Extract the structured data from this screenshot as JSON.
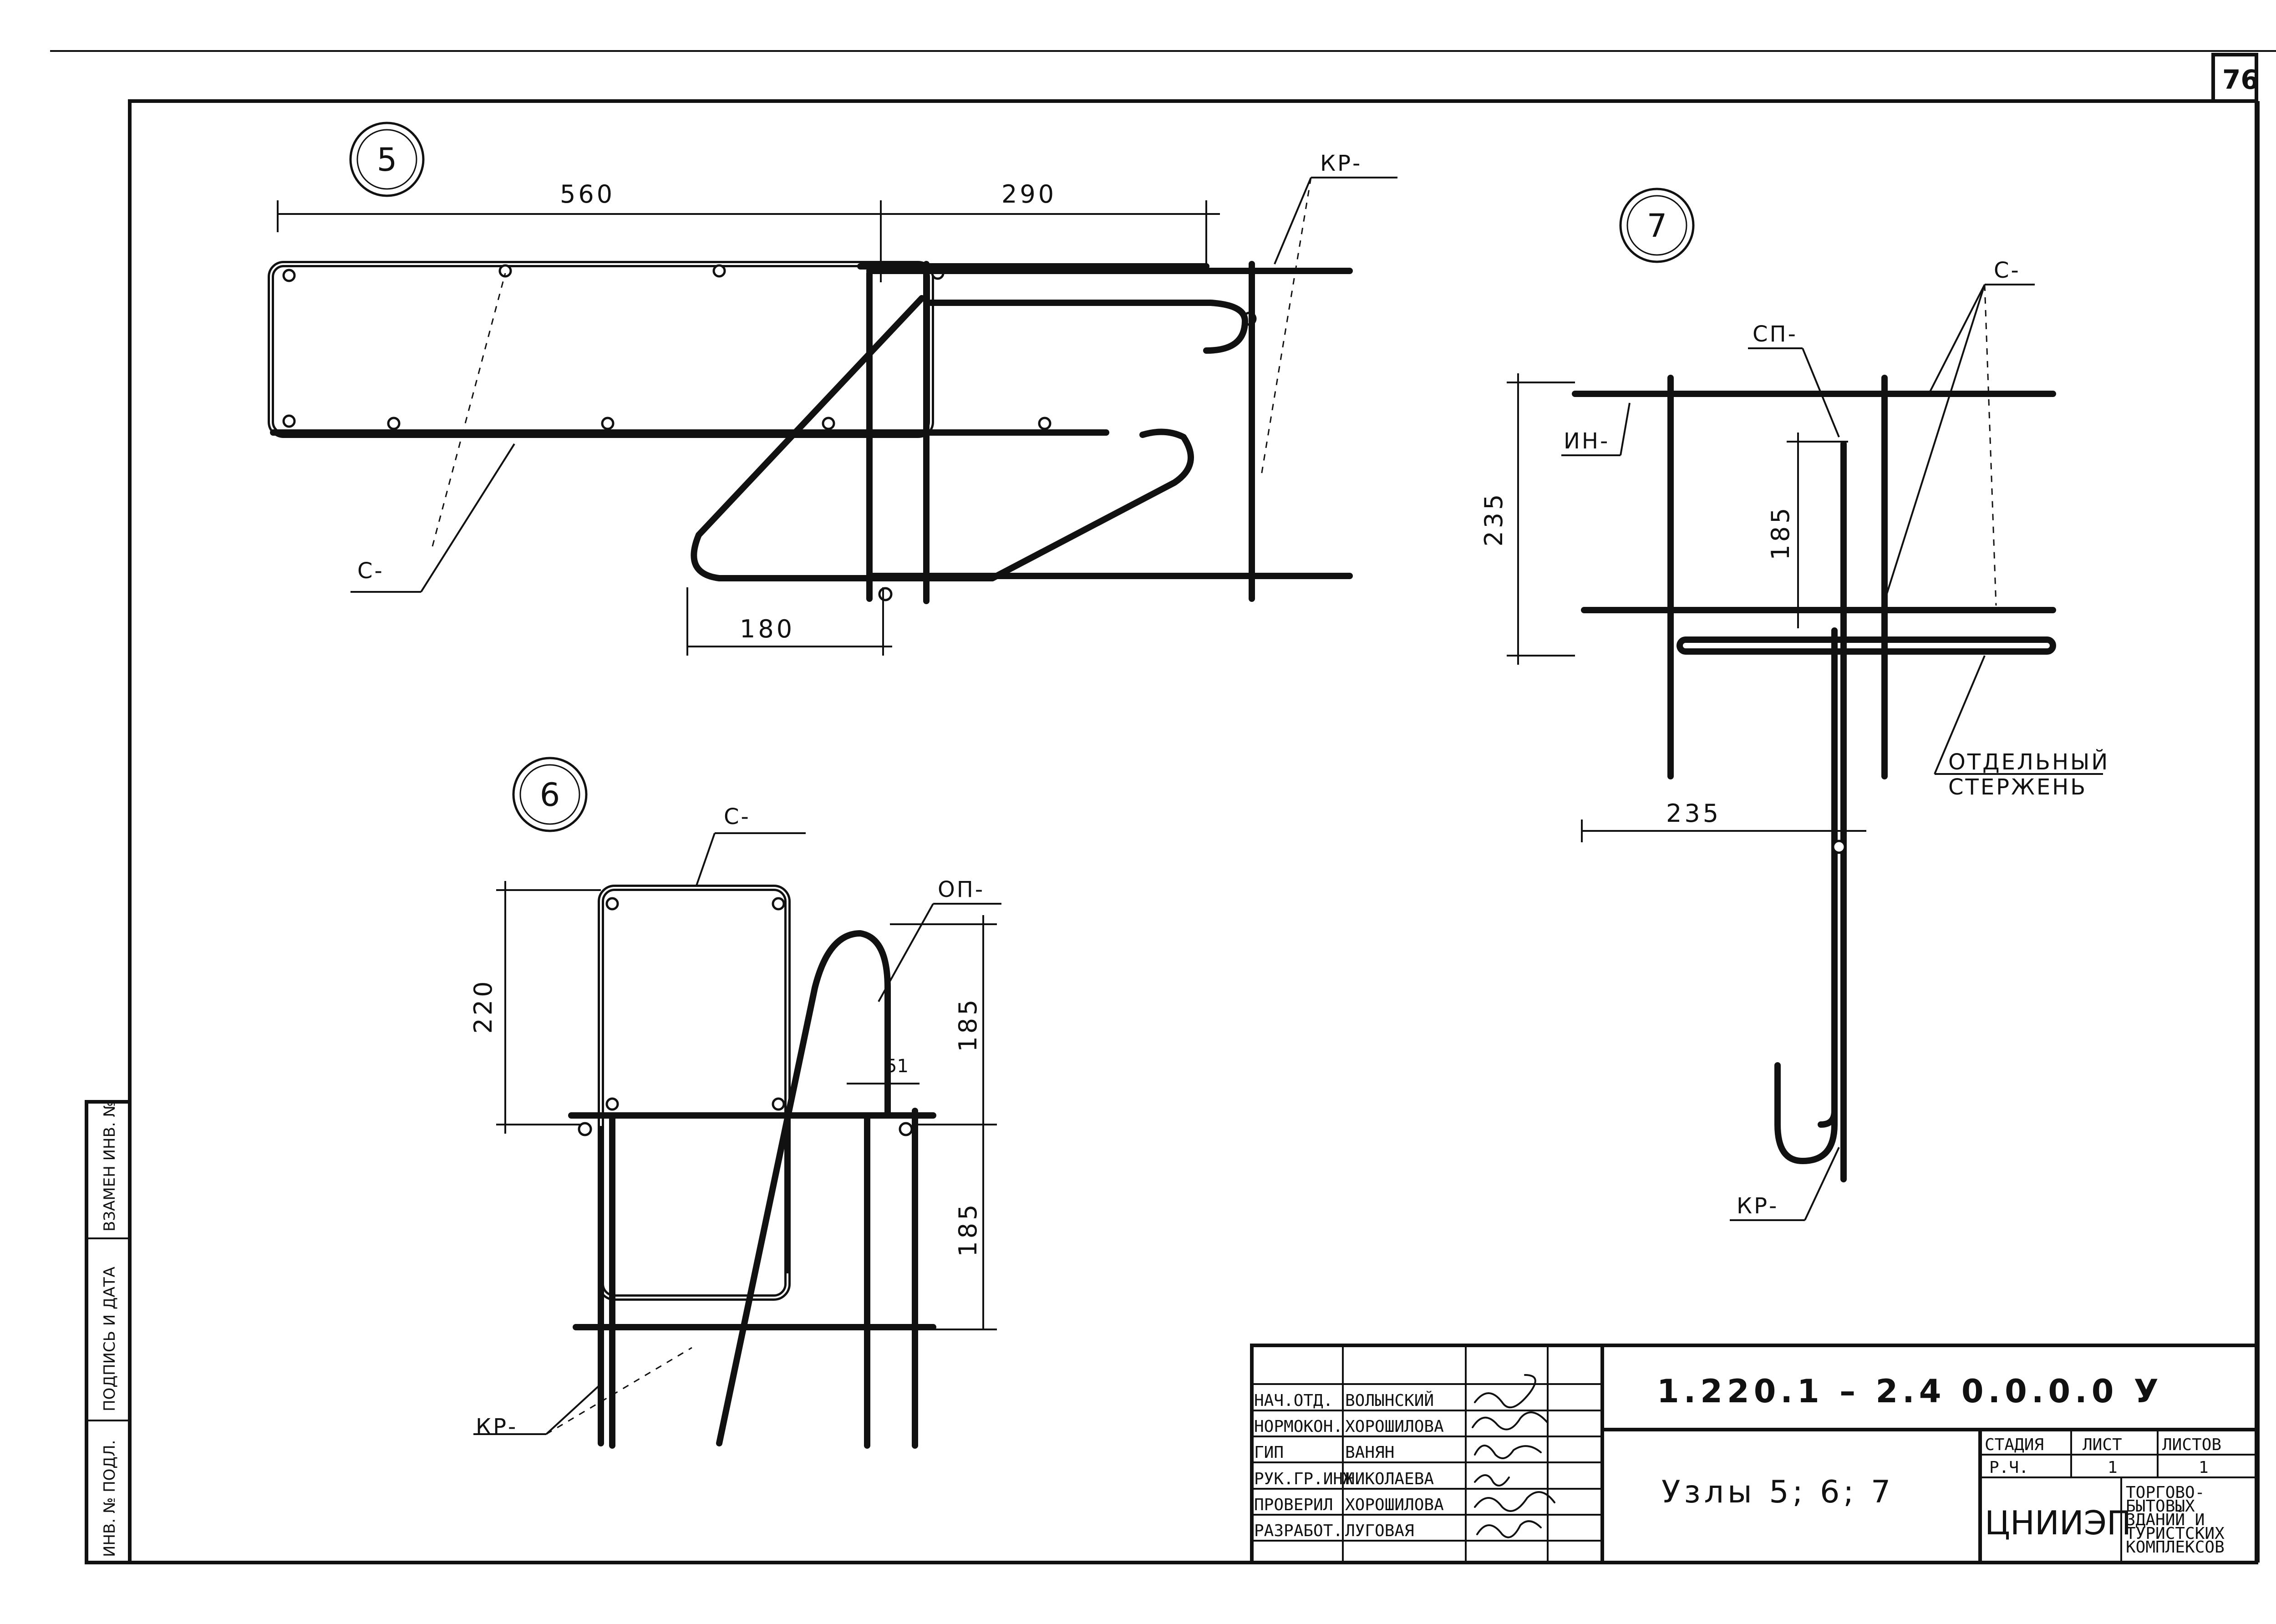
{
  "sheet_number": "76",
  "nodes": {
    "node5": {
      "marker": "5",
      "dims": {
        "d1": "560",
        "d2": "290",
        "d3": "180"
      },
      "labels": {
        "kr": "КР-",
        "c": "С-"
      }
    },
    "node6": {
      "marker": "6",
      "dims": {
        "d1": "220",
        "d2": "185",
        "d3": "185",
        "d4": "51"
      },
      "labels": {
        "c": "С-",
        "op": "ОП-",
        "kr": "КР-"
      }
    },
    "node7": {
      "marker": "7",
      "dims": {
        "d1": "235",
        "d2": "185",
        "d3": "235"
      },
      "labels": {
        "c": "С-",
        "sp": "СП-",
        "in": "ИН-",
        "kr": "КР-",
        "sep_line1": "ОТДЕЛЬНЫЙ",
        "sep_line2": "СТЕРЖЕНЬ"
      }
    }
  },
  "side_stamp": {
    "f1": "ИНВ. № ПОДЛ.",
    "f2": "ПОДПИСЬ И ДАТА",
    "f3": "ВЗАМЕН ИНВ. №"
  },
  "title_block": {
    "doc_code": "1.220.1 – 2.4 0.0.0.0 У",
    "title": "Узлы 5; 6; 7",
    "stage_head": "СТАДИЯ",
    "sheet_head": "ЛИСТ",
    "sheets_head": "ЛИСТОВ",
    "stage": "Р.Ч.",
    "sheet": "1",
    "sheets": "1",
    "org": "ЦНИИЭП",
    "org_desc": [
      "ТОРГОВО-",
      "БЫТОВЫХ",
      "ЗДАНИЙ И",
      "ТУРИСТСКИХ",
      "КОМПЛЕКСОВ"
    ],
    "roles": [
      {
        "role": "НАЧ.ОТД.",
        "name": "ВОЛЫНСКИЙ"
      },
      {
        "role": "НОРМОКОН.",
        "name": "ХОРОШИЛОВА"
      },
      {
        "role": "ГИП",
        "name": "ВАНЯН"
      },
      {
        "role": "РУК.ГР.ИНЖ.",
        "name": "НИКОЛАЕВА"
      },
      {
        "role": "ПРОВЕРИЛ",
        "name": "ХОРОШИЛОВА"
      },
      {
        "role": "РАЗРАБОТ.",
        "name": "ЛУГОВАЯ"
      }
    ]
  }
}
